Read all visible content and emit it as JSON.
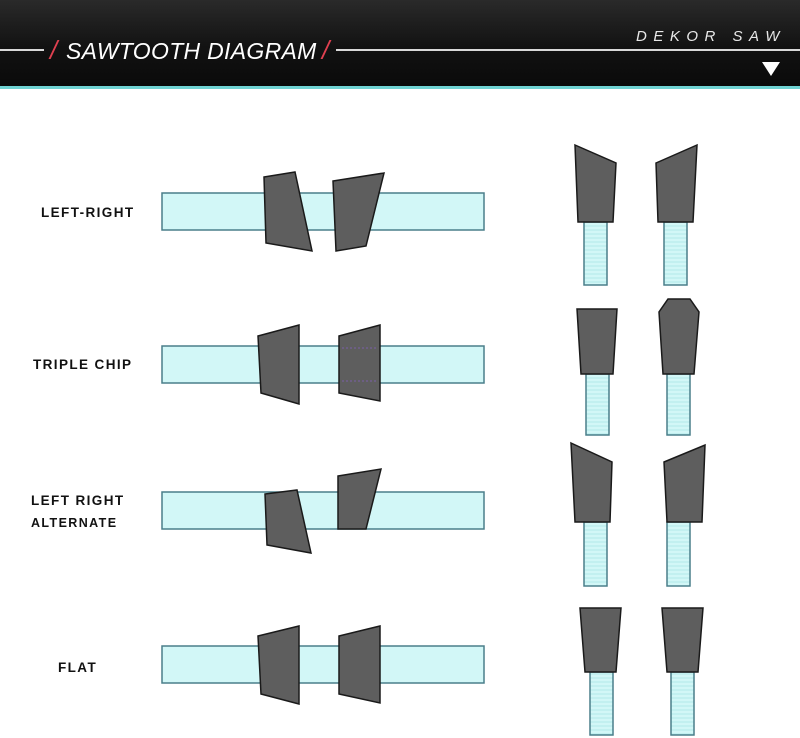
{
  "header": {
    "title": "SAWTOOTH DIAGRAM",
    "brand": "DEKOR SAW",
    "accent_color": "#e04050",
    "line_color": "#6fd3d3"
  },
  "tooth_types": [
    {
      "line1": "LEFT-RIGHT",
      "line2": ""
    },
    {
      "line1": "TRIPLE CHIP",
      "line2": ""
    },
    {
      "line1": "LEFT RIGHT",
      "line2": "ALTERNATE"
    },
    {
      "line1": "FLAT",
      "line2": ""
    }
  ],
  "colors": {
    "body_fill": "#d2f7f7",
    "body_stroke": "#4a7f8a",
    "tooth_fill": "#5e5e5e",
    "tooth_stroke": "#1a1a1a"
  }
}
